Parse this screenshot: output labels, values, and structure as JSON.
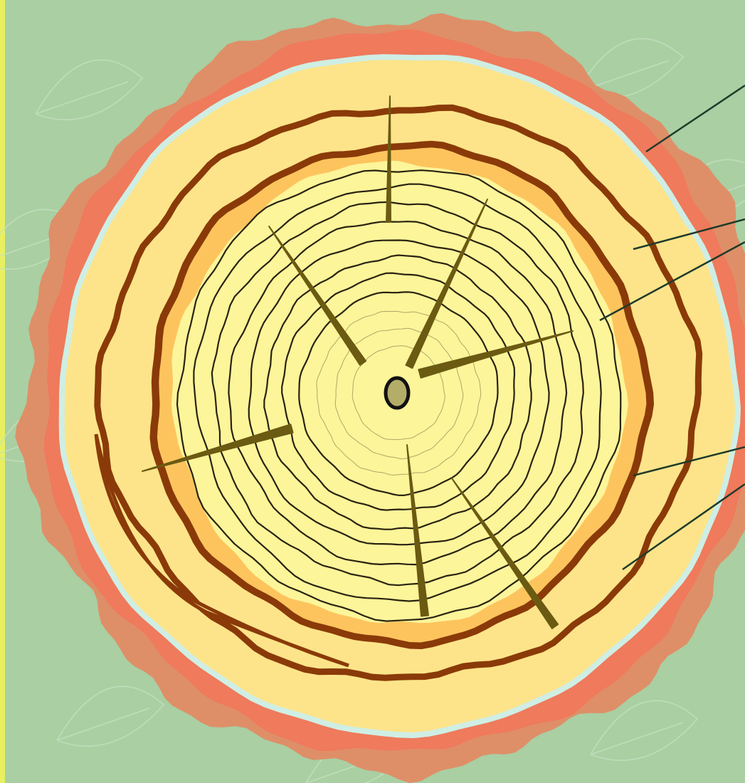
{
  "diagram": {
    "subject": "tree-trunk-cross-section",
    "colors": {
      "background": "#a9cfa3",
      "leaf_pattern": "#c4dfbd",
      "bark_outer": "#de8f68",
      "bark_inner": "#ef7a5c",
      "cambium": "#cfeee4",
      "sapwood": "#fde48a",
      "ring_dark": "#8a3a08",
      "heartwood_band": "#fdc45e",
      "heartwood": "#fdf59a",
      "growth_ring_line": "#1e1608",
      "ray": "#6b5a12",
      "pith": "#b3ad68",
      "leader_line": "#1f3a2a"
    },
    "growth_ring_count": 11,
    "ray_count": 7,
    "pointer_count": 5
  }
}
